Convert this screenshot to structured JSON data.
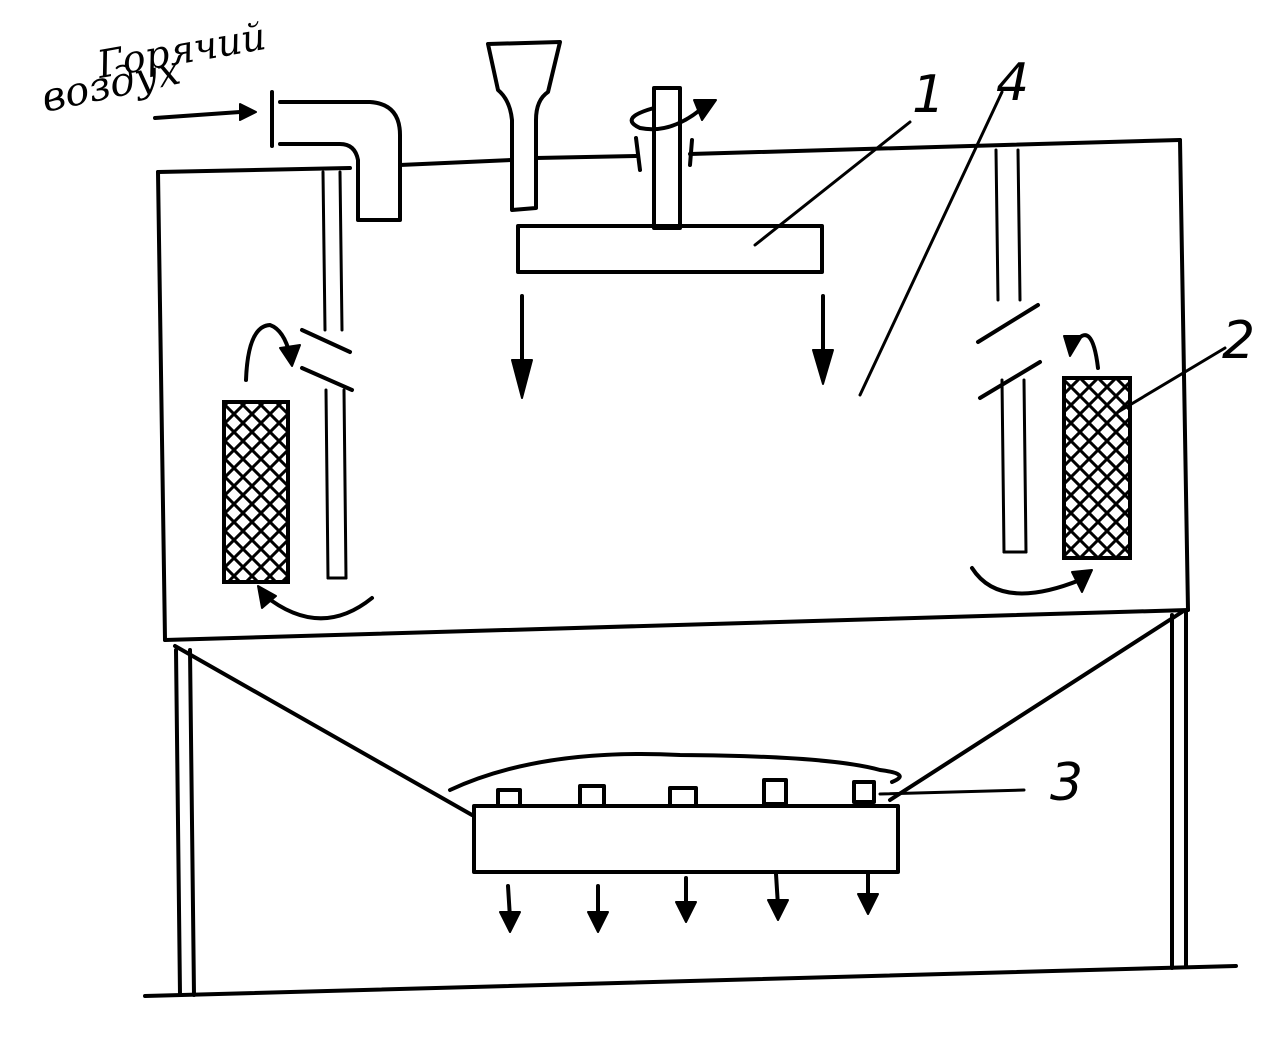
{
  "inlet_label": {
    "line1": "Горячий",
    "line2": "воздух"
  },
  "callouts": [
    {
      "id": "1",
      "text": "1"
    },
    {
      "id": "4",
      "text": "4"
    },
    {
      "id": "2",
      "text": "2"
    },
    {
      "id": "3",
      "text": "3"
    }
  ],
  "colors": {
    "ink": "#000000",
    "paper": "#ffffff"
  }
}
